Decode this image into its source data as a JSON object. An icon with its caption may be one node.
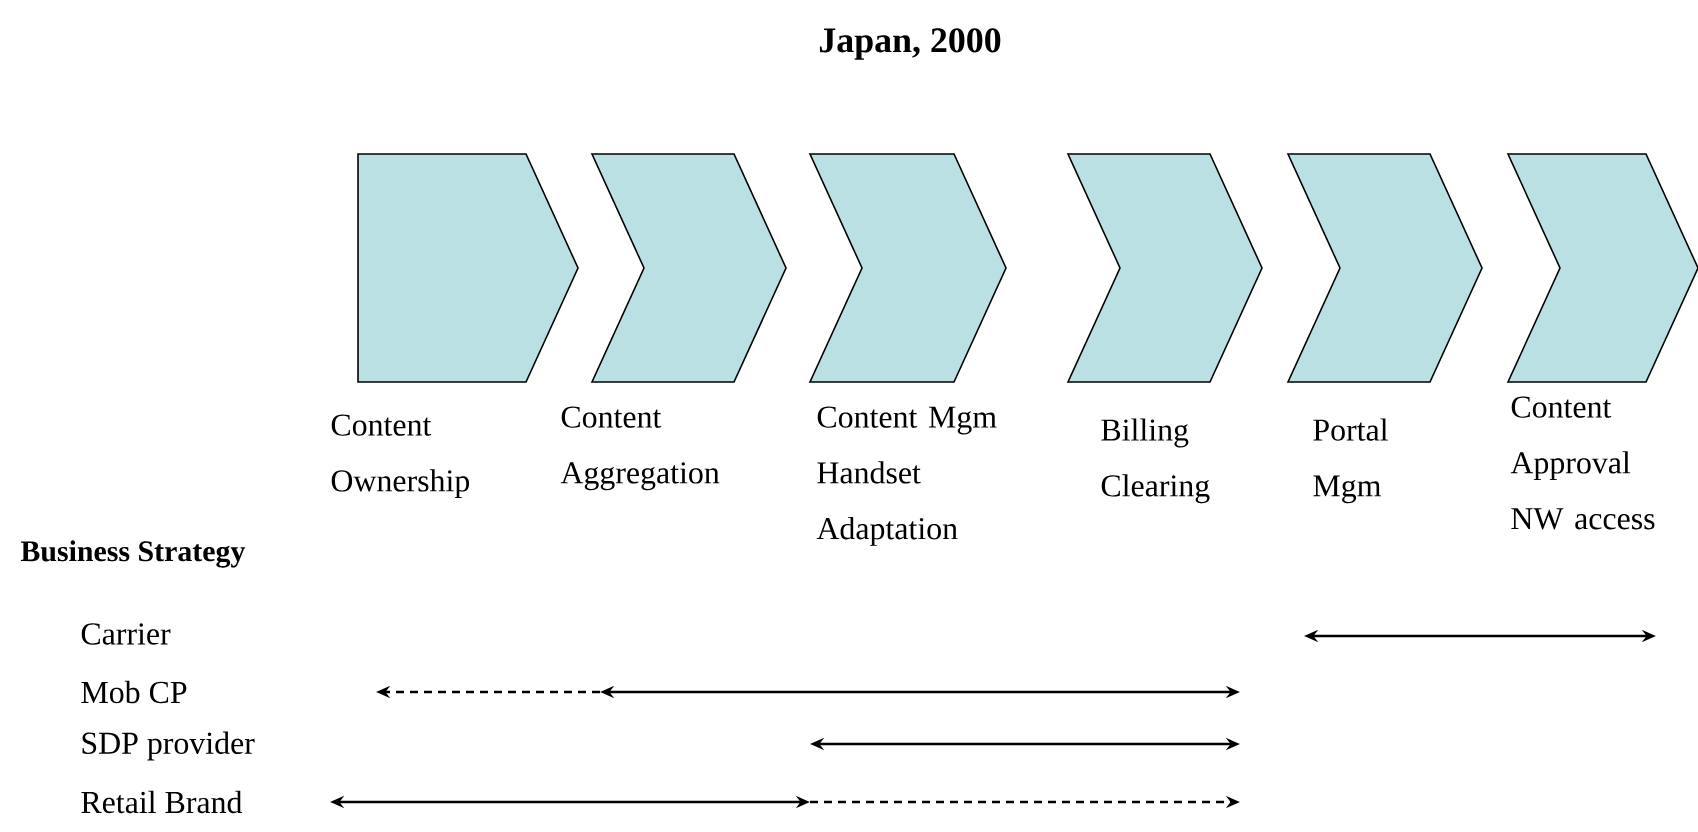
{
  "diagram": {
    "title": "Japan, 2000",
    "nodes": [
      {
        "text": [],
        "shape": "pentagon",
        "beside": [
          "Content Ownership"
        ]
      },
      {
        "text": [],
        "shape": "chevron",
        "beside": [
          "Content Aggregation"
        ]
      },
      {
        "text": [],
        "shape": "chevron",
        "beside": [
          "Content Mgm Handset Adaptation"
        ]
      },
      {
        "text": [],
        "shape": "chevron",
        "beside": [
          "Billing Clearing"
        ]
      },
      {
        "text": [],
        "shape": "chevron",
        "beside": [
          "Portal Mgm"
        ]
      },
      {
        "text": [],
        "shape": "chevron",
        "beside": [
          "Content Approval NW access"
        ]
      }
    ],
    "labels": [
      "Business Strategy",
      "Carrier",
      "Mob CP",
      "SDP provider",
      "Retail Brand"
    ]
  }
}
